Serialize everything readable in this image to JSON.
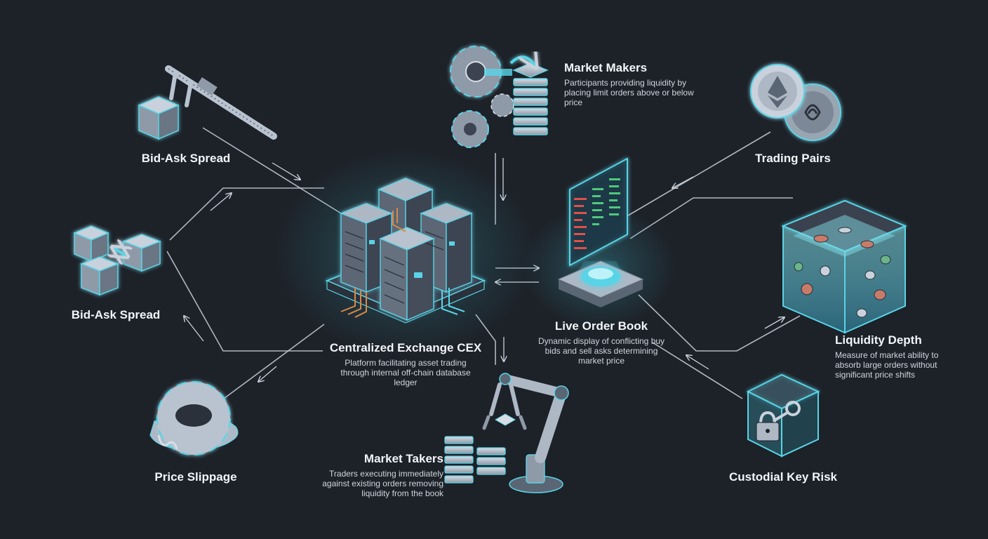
{
  "nodes": [
    {
      "id": "cex",
      "title": "Centralized Exchange CEX",
      "description": "Platform facilitating asset trading through internal off-chain database ledger",
      "icon": "server-cluster-icon"
    },
    {
      "id": "order_book",
      "title": "Live Order Book",
      "description": "Dynamic display of conflicting buy bids and sell asks determining market price",
      "icon": "order-book-hologram-icon"
    },
    {
      "id": "market_makers",
      "title": "Market Makers",
      "description": "Participants providing liquidity by placing limit orders above or below price",
      "icon": "gears-and-stack-icon"
    },
    {
      "id": "market_takers",
      "title": "Market Takers",
      "description": "Traders executing immediately against existing orders removing liquidity from the book",
      "icon": "robotic-arm-icon"
    },
    {
      "id": "bid_ask_spread_top",
      "title": "Bid-Ask Spread",
      "description": "",
      "icon": "caliper-icon"
    },
    {
      "id": "bid_ask_spread_mid",
      "title": "Bid-Ask Spread",
      "description": "",
      "icon": "cubes-icon"
    },
    {
      "id": "price_slippage",
      "title": "Price Slippage",
      "description": "",
      "icon": "melting-gear-icon"
    },
    {
      "id": "trading_pairs",
      "title": "Trading Pairs",
      "description": "",
      "icon": "coins-icon"
    },
    {
      "id": "liquidity_depth",
      "title": "Liquidity Depth",
      "description": "Measure of market ability to absorb large orders without significant price shifts",
      "icon": "liquidity-tank-icon"
    },
    {
      "id": "custodial_key_risk",
      "title": "Custodial Key Risk",
      "description": "",
      "icon": "locked-key-box-icon"
    }
  ],
  "edges": [
    {
      "from": "bid_ask_spread_top",
      "to": "cex"
    },
    {
      "from": "cex",
      "to": "bid_ask_spread_mid"
    },
    {
      "from": "cex",
      "to": "price_slippage"
    },
    {
      "from": "market_makers",
      "to": "cex"
    },
    {
      "from": "cex",
      "to": "market_takers"
    },
    {
      "from": "cex",
      "to": "order_book"
    },
    {
      "from": "trading_pairs",
      "to": "order_book"
    },
    {
      "from": "order_book",
      "to": "liquidity_depth"
    },
    {
      "from": "custodial_key_risk",
      "to": "order_book"
    }
  ],
  "colors": {
    "background": "#1d2128",
    "line": "#c9d2dc",
    "glow": "#59d4e6",
    "metal": "#b9c3cf",
    "bid_red": "#e0504a",
    "ask_green": "#4ec97b",
    "copper": "#d68a45"
  }
}
